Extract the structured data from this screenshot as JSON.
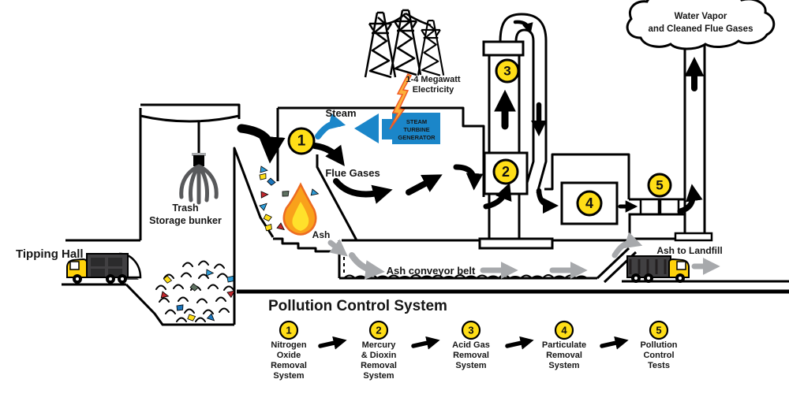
{
  "labels": {
    "tipping_hall": "Tipping Hall",
    "trash_bunker": [
      "Trash",
      "Storage bunker"
    ],
    "steam": "Steam",
    "flue_gases": "Flue Gases",
    "electricity": [
      "1-4 Megawatt",
      "Electricity"
    ],
    "turbine": [
      "STEAM",
      "TURBINE",
      "GENERATOR"
    ],
    "ash": "Ash",
    "ash_conveyor": "Ash conveyor belt",
    "ash_to_landfill": "Ash to Landfill",
    "cloud": [
      "Water Vapor",
      "and Cleaned Flue Gases"
    ]
  },
  "markers": [
    "1",
    "2",
    "3",
    "4",
    "5"
  ],
  "legend": {
    "title": "Pollution Control System",
    "items": [
      {
        "num": "1",
        "lines": [
          "Nitrogen",
          "Oxide",
          "Removal",
          "System"
        ]
      },
      {
        "num": "2",
        "lines": [
          "Mercury",
          "& Dioxin",
          "Removal",
          "System"
        ]
      },
      {
        "num": "3",
        "lines": [
          "Acid Gas",
          "Removal",
          "System"
        ]
      },
      {
        "num": "4",
        "lines": [
          "Particulate",
          "Removal",
          "System"
        ]
      },
      {
        "num": "5",
        "lines": [
          "Pollution",
          "Control",
          "Tests"
        ]
      }
    ]
  },
  "colors": {
    "marker_yellow": "#FFDE17",
    "steam_blue": "#1B86C9",
    "ash_gray": "#A7A9AC",
    "fire_orange": "#F9A11B",
    "fire_yellow": "#FFE12B",
    "truck_yellow": "#FFD20A",
    "truck_dark": "#414042",
    "claw_gray": "#58595B",
    "lightning_orange": "#FBB03B"
  }
}
